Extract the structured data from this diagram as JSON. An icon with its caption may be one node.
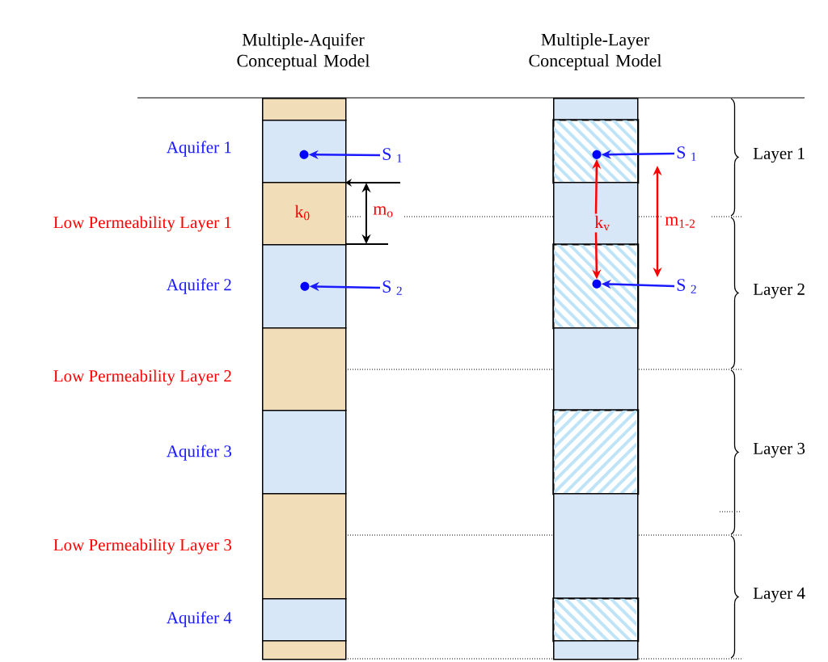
{
  "diagram": {
    "nodes": [
      {
        "text": [],
        "shape": "box"
      },
      {
        "text": [
          "Aquifer 1"
        ]
      },
      {
        "text": [
          "Low Permeability Layer 1",
          "k$_{0}$"
        ]
      },
      {
        "text": [
          "Aquifer 2"
        ]
      },
      {
        "text": [
          "Low Permeability Layer 2"
        ]
      },
      {
        "text": [
          "Aquifer 3"
        ]
      },
      {
        "text": [
          "Low Permeability Layer 3"
        ]
      },
      {
        "text": [
          "Aquifer 4"
        ]
      },
      {
        "text": [],
        "shape": "box"
      },
      {
        "text": [],
        "shape": "circle",
        "in": 1
      },
      {
        "text": [],
        "shape": "circle",
        "in": 3
      },
      {
        "text": [
          "S $_{1}$"
        ]
      },
      {
        "text": [
          "S $_{2}$"
        ]
      },
      {
        "text": [],
        "shape": "box"
      },
      {
        "text": [],
        "shape": "box"
      },
      {
        "text": [],
        "shape": "box"
      },
      {
        "text": [],
        "shape": "box"
      },
      {
        "text": [],
        "shape": "box"
      },
      {
        "text": [],
        "shape": "box"
      },
      {
        "text": [],
        "shape": "box"
      },
      {
        "text": [],
        "shape": "box"
      },
      {
        "text": [],
        "shape": "box"
      },
      {
        "text": [],
        "shape": "circle",
        "in": 14
      },
      {
        "text": [],
        "shape": "circle",
        "in": 16
      },
      {
        "text": [
          "S $_{1}$"
        ]
      },
      {
        "text": [
          "S $_{2}$"
        ]
      },
      {
        "text": [
          "k$_{v}$"
        ],
        "in": 15
      }
    ],
    "edges": [
      {
        "from": 11,
        "to": 9,
        "arrow": "to"
      },
      {
        "from": 12,
        "to": 10,
        "arrow": "to"
      },
      {
        "from": 24,
        "to": 22,
        "arrow": "to"
      },
      {
        "from": 25,
        "to": 23,
        "arrow": "to"
      },
      {
        "from": 26,
        "to": 22,
        "arrow": "to",
        "color": "#ff0000"
      },
      {
        "from": 26,
        "to": 23,
        "arrow": "to",
        "color": "#ff0000"
      }
    ],
    "labels": [
      "Multiple-Aquifer Conceptual Model",
      "Multiple-Layer Conceptual Model",
      "m$_{o}$",
      "m$_{1-2}$",
      "Layer 1",
      "Layer 2",
      "Layer 3",
      "Layer 4"
    ]
  }
}
